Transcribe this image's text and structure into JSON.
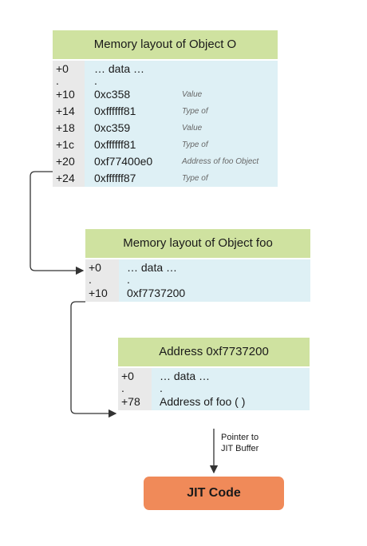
{
  "object_o": {
    "title": "Memory layout of Object O",
    "rows": [
      {
        "offset": "+0",
        "value": "… data …",
        "note": ""
      },
      {
        "offset": ".",
        "value": ".",
        "note": ""
      },
      {
        "offset": "+10",
        "value": "0xc358",
        "note": "Value"
      },
      {
        "offset": "+14",
        "value": "0xffffff81",
        "note": "Type of"
      },
      {
        "offset": "+18",
        "value": "0xc359",
        "note": "Value"
      },
      {
        "offset": "+1c",
        "value": "0xffffff81",
        "note": "Type of"
      },
      {
        "offset": "+20",
        "value": "0xf77400e0",
        "note": "Address of foo Object"
      },
      {
        "offset": "+24",
        "value": "0xffffff87",
        "note": "Type of"
      }
    ]
  },
  "object_foo": {
    "title": "Memory layout of Object foo",
    "rows": [
      {
        "offset": "+0",
        "value": "… data …"
      },
      {
        "offset": ".",
        "value": "."
      },
      {
        "offset": "+10",
        "value": "0xf7737200"
      }
    ]
  },
  "address_block": {
    "title": "Address 0xf7737200",
    "rows": [
      {
        "offset": "+0",
        "value": "… data …"
      },
      {
        "offset": ".",
        "value": "."
      },
      {
        "offset": "+78",
        "value": "Address of foo ( )"
      }
    ]
  },
  "pointer_label": {
    "line1": "Pointer to",
    "line2": "JIT Buffer"
  },
  "jit_code": "JIT Code",
  "colors": {
    "title_bg": "#cfe2a0",
    "offset_bg": "#e9e9e9",
    "value_bg": "#def0f5",
    "jit_bg": "#f08a59"
  }
}
